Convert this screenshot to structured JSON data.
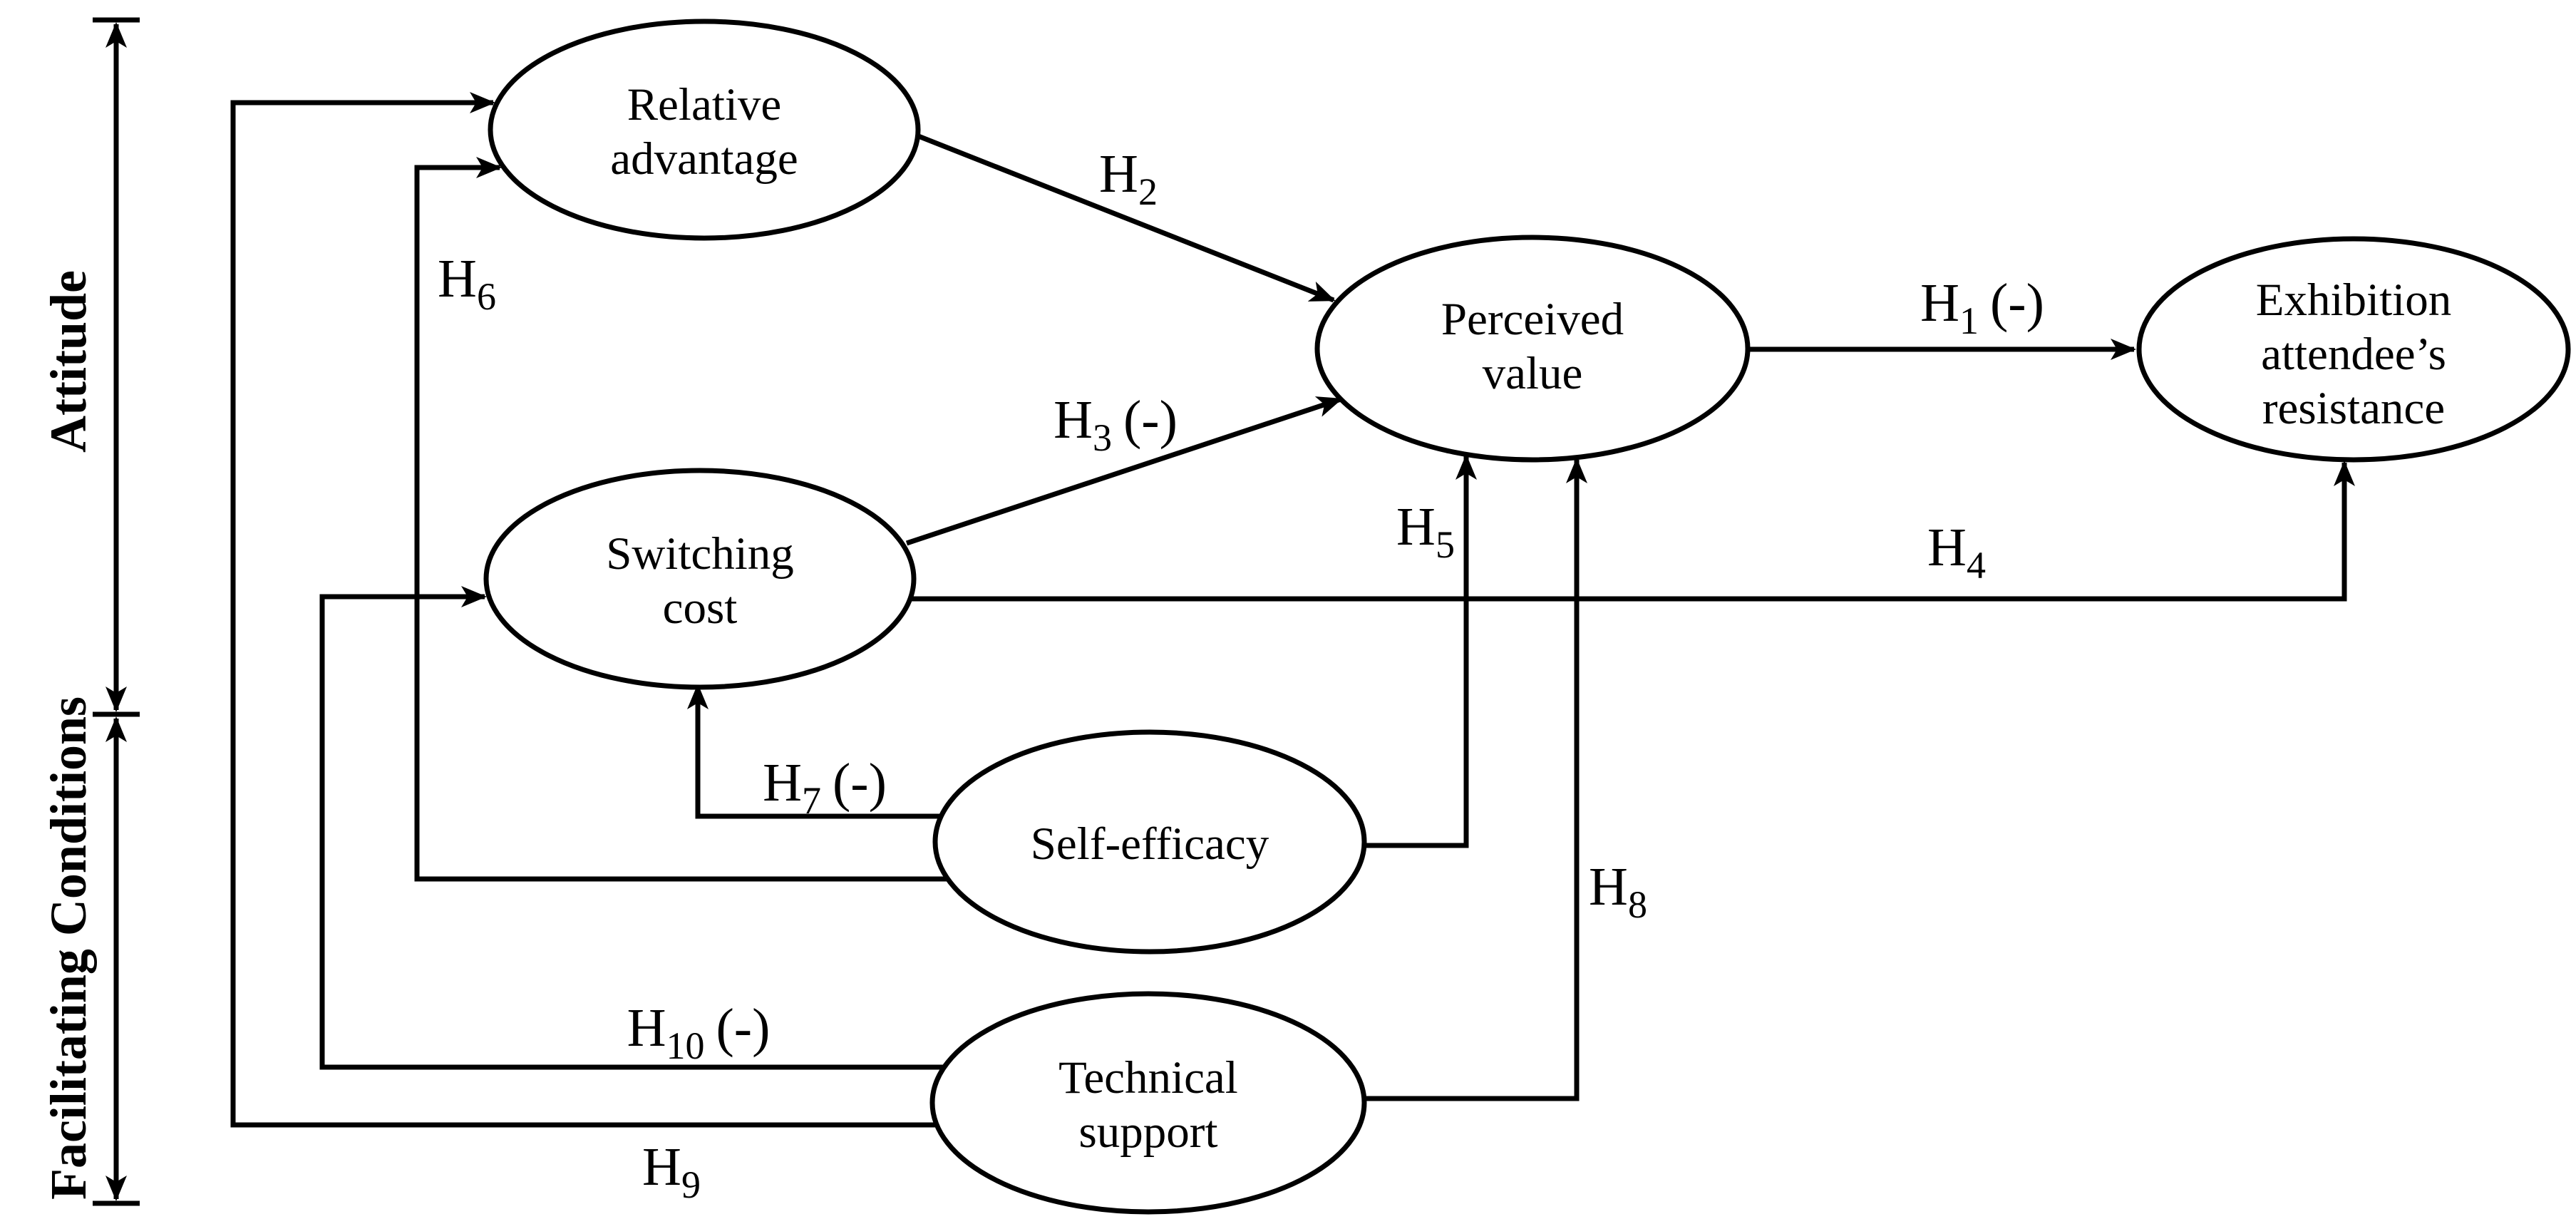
{
  "diagram_type": "research hypothesis model",
  "colors": {
    "ink": "#000000",
    "background": "#ffffff"
  },
  "axes": {
    "attitude": {
      "label": "Attitude"
    },
    "facilitating_conditions": {
      "label": "Facilitating Conditions"
    }
  },
  "nodes": {
    "relative_advantage": {
      "lines": [
        "Relative",
        "advantage"
      ]
    },
    "switching_cost": {
      "lines": [
        "Switching",
        "cost"
      ]
    },
    "perceived_value": {
      "lines": [
        "Perceived",
        "value"
      ]
    },
    "exhibition_attendees_resistance": {
      "lines": [
        "Exhibition",
        "attendee’s",
        "resistance"
      ]
    },
    "self_efficacy": {
      "lines": [
        "Self-efficacy"
      ]
    },
    "technical_support": {
      "lines": [
        "Technical",
        "support"
      ]
    }
  },
  "edges": {
    "h1": {
      "prefix": "H",
      "sub": "1",
      "suffix": "(-)",
      "from": "Perceived value",
      "to": "Exhibition attendee’s resistance"
    },
    "h2": {
      "prefix": "H",
      "sub": "2",
      "suffix": "",
      "from": "Relative advantage",
      "to": "Perceived value"
    },
    "h3": {
      "prefix": "H",
      "sub": "3",
      "suffix": "(-)",
      "from": "Switching cost",
      "to": "Perceived value"
    },
    "h4": {
      "prefix": "H",
      "sub": "4",
      "suffix": "",
      "from": "Switching cost",
      "to": "Exhibition attendee’s resistance"
    },
    "h5": {
      "prefix": "H",
      "sub": "5",
      "suffix": "",
      "from": "Self-efficacy",
      "to": "Perceived value"
    },
    "h6": {
      "prefix": "H",
      "sub": "6",
      "suffix": "",
      "from": "Self-efficacy",
      "to": "Relative advantage"
    },
    "h7": {
      "prefix": "H",
      "sub": "7",
      "suffix": "(-)",
      "from": "Self-efficacy",
      "to": "Switching cost"
    },
    "h8": {
      "prefix": "H",
      "sub": "8",
      "suffix": "",
      "from": "Technical support",
      "to": "Perceived value"
    },
    "h9": {
      "prefix": "H",
      "sub": "9",
      "suffix": "",
      "from": "Technical support",
      "to": "Relative advantage"
    },
    "h10": {
      "prefix": "H",
      "sub": "10",
      "suffix": "(-)",
      "from": "Technical support",
      "to": "Switching cost"
    }
  }
}
